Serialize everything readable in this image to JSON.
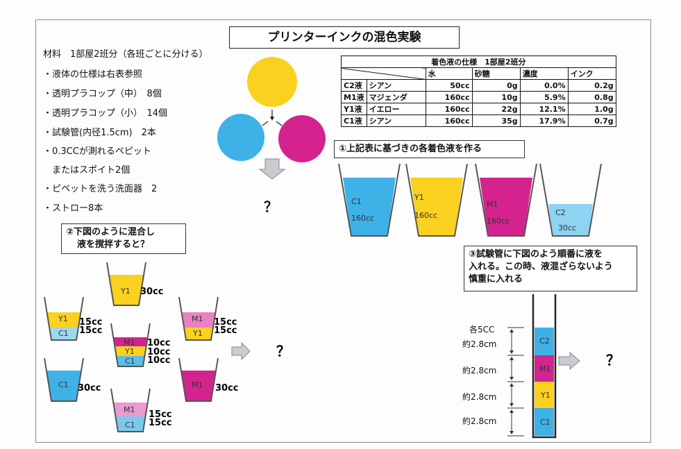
{
  "title": "プリンターインクの混色実験",
  "materials": {
    "header": "材料　1部屋2班分（各班ごとに分ける）",
    "items": [
      "・液体の仕様は右表参照",
      "・透明プラコップ（中）　8個",
      "・透明プラコップ（小）　14個",
      "・試験管(内径1.5cm)　2本",
      "・0.3CCが測れるペピット",
      "　またはスポイト2個",
      "・ピペットを洗う洗面器　2",
      "・ストロー8本"
    ]
  },
  "table": {
    "title": "着色液の仕様　1部屋2班分",
    "headers": [
      "水",
      "砂糖",
      "濃度",
      "インク"
    ],
    "rows": [
      [
        "C2液",
        "シアン",
        "50cc",
        "0g",
        "0.0%",
        "0.2g"
      ],
      [
        "M1液",
        "マジェンダ",
        "160cc",
        "10g",
        "5.9%",
        "0.8g"
      ],
      [
        "Y1液",
        "イエロー",
        "160cc",
        "22g",
        "12.1%",
        "1.0g"
      ],
      [
        "C1液",
        "シアン",
        "160cc",
        "35g",
        "17.9%",
        "0.7g"
      ]
    ]
  },
  "colors": {
    "cyan": "#3eb1e6",
    "magenta": "#d4238f",
    "yellow": "#f9d11e",
    "lightcyan": "#8fd3f2"
  },
  "question_mark": "？",
  "step1": {
    "text": "①上記表に基づきの各着色液を作る",
    "cups": [
      {
        "name": "C1",
        "volume": "160cc",
        "color": "cyan",
        "fill": 0.85
      },
      {
        "name": "Y1",
        "volume": "160cc",
        "color": "yellow",
        "fill": 0.85
      },
      {
        "name": "M1",
        "volume": "160cc",
        "color": "magenta",
        "fill": 0.85
      },
      {
        "name": "C2",
        "volume": "30cc",
        "color": "lightcyan",
        "fill": 0.4
      }
    ]
  },
  "step2": {
    "line1": "②下図のように混合し",
    "line2": "液を撹拌すると？",
    "cups": {
      "top": {
        "layers": [
          "Y1"
        ],
        "vols": [
          "30cc"
        ]
      },
      "left_upper": {
        "layers": [
          "Y1",
          "C1"
        ],
        "vols": [
          "15cc",
          "15cc"
        ]
      },
      "right_upper": {
        "layers": [
          "M1",
          "Y1"
        ],
        "vols": [
          "15cc",
          "15cc"
        ]
      },
      "center": {
        "layers": [
          "M1",
          "Y1",
          "C1"
        ],
        "vols": [
          "10cc",
          "10cc",
          "10cc"
        ]
      },
      "left_lower": {
        "layers": [
          "C1"
        ],
        "vols": [
          "30cc"
        ]
      },
      "right_lower": {
        "layers": [
          "M1"
        ],
        "vols": [
          "30cc"
        ]
      },
      "bottom": {
        "layers": [
          "M1",
          "C1"
        ],
        "vols": [
          "15cc",
          "15cc"
        ]
      }
    }
  },
  "step3": {
    "line1": "③試験管に下図のよう順番に液を",
    "line2": "入れる。この時、液混ざらないよう",
    "line3": "慎重に入れる",
    "each": "各5CC",
    "heights": [
      "約2.8cm",
      "約2.8cm",
      "約2.8cm",
      "約2.8cm"
    ],
    "layers": [
      "C2",
      "M1",
      "Y1",
      "C1"
    ]
  }
}
